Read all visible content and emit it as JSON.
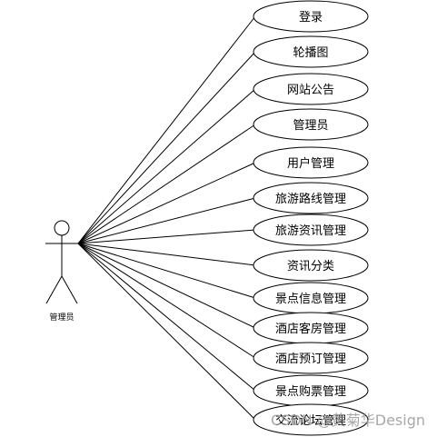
{
  "actor": {
    "label": "管理员"
  },
  "use_cases": [
    {
      "label": "登录"
    },
    {
      "label": "轮播图"
    },
    {
      "label": "网站公告"
    },
    {
      "label": "管理员"
    },
    {
      "label": "用户管理"
    },
    {
      "label": "旅游路线管理"
    },
    {
      "label": "旅游资讯管理"
    },
    {
      "label": "资讯分类"
    },
    {
      "label": "景点信息管理"
    },
    {
      "label": "酒店客房管理"
    },
    {
      "label": "酒店预订管理"
    },
    {
      "label": "景点购票管理"
    },
    {
      "label": "交流论坛管理"
    }
  ],
  "watermark": "CSDN @黄菊华Design"
}
